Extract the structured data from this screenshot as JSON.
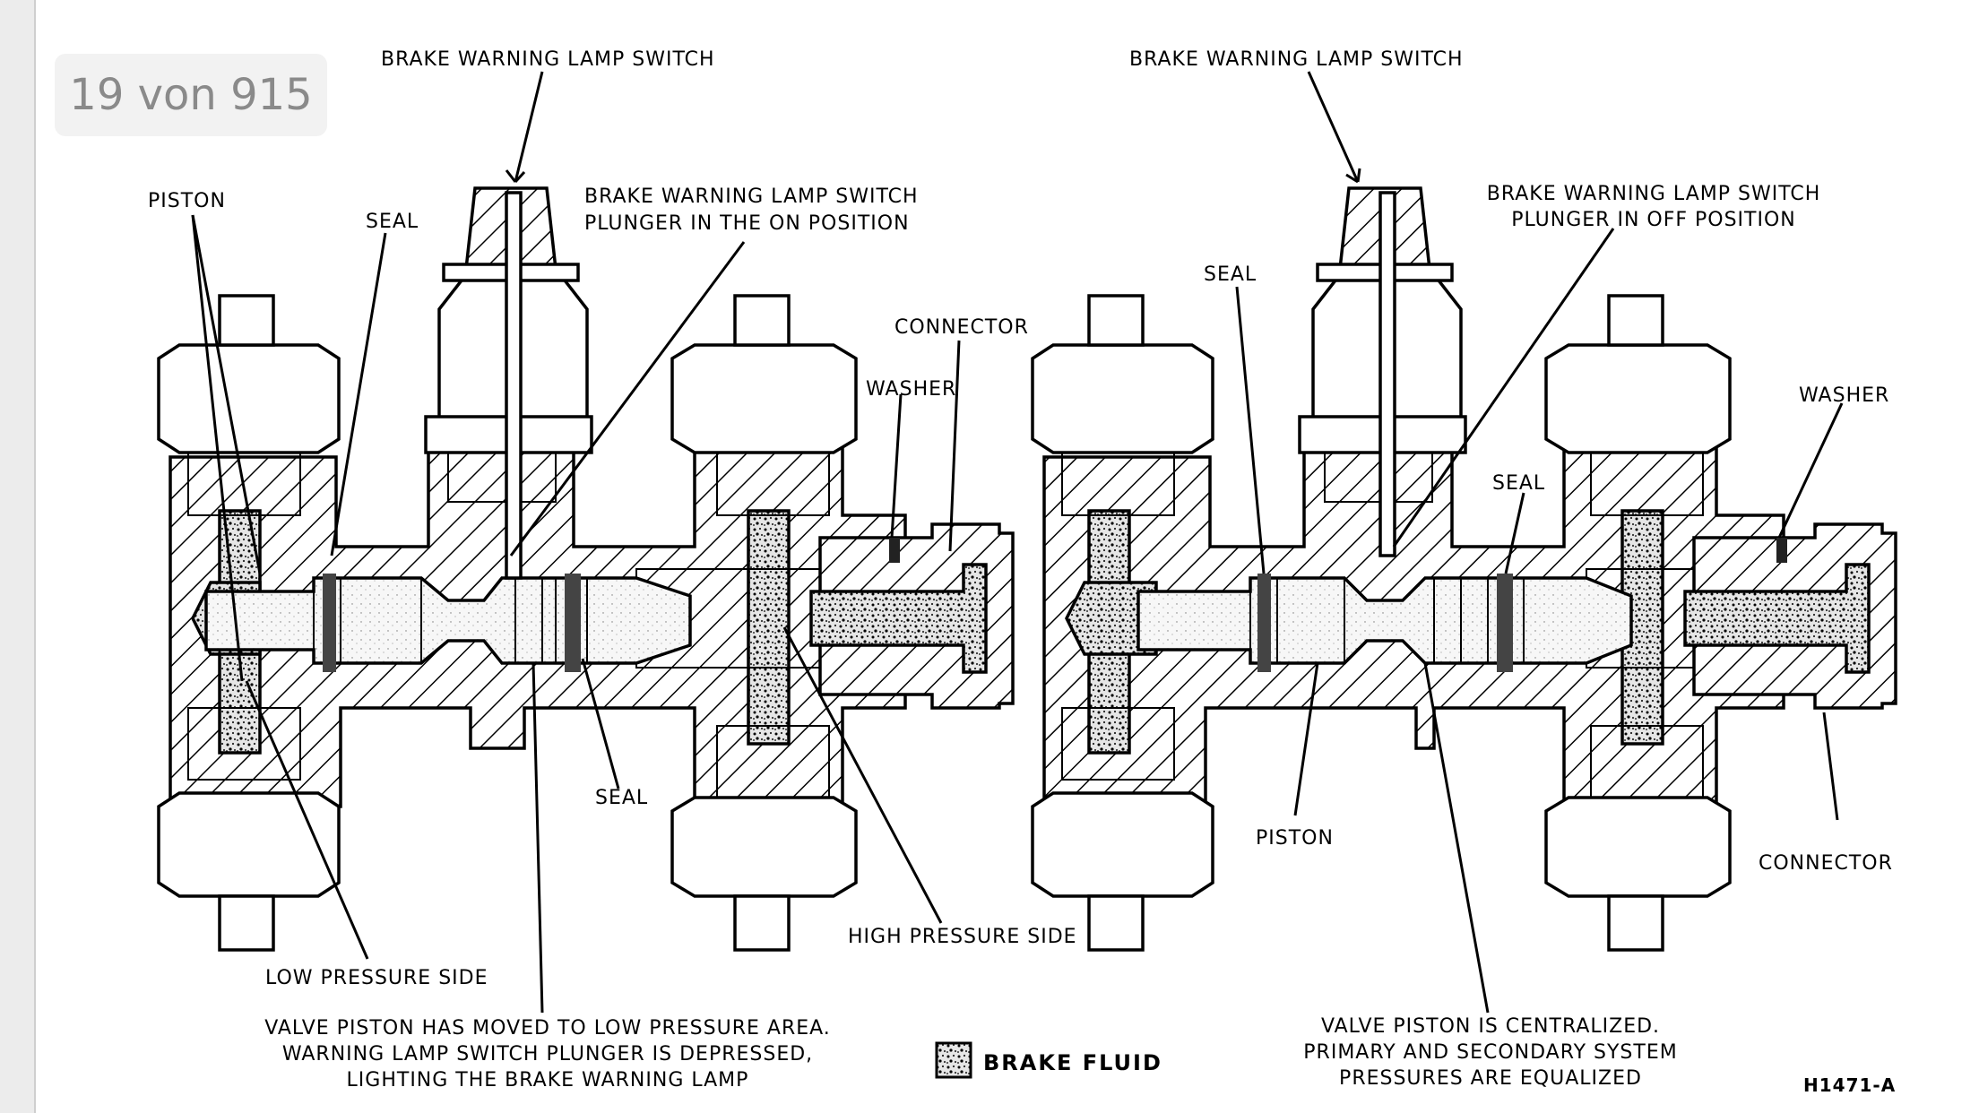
{
  "page_indicator": "19 von 915",
  "top_cut_text": "",
  "left_assembly": {
    "switch_label": "BRAKE WARNING LAMP SWITCH",
    "piston_label": "PISTON",
    "seal_label_top": "SEAL",
    "plunger_label_line1": "BRAKE WARNING LAMP SWITCH",
    "plunger_label_line2": "PLUNGER IN THE ON POSITION",
    "connector_label": "CONNECTOR",
    "washer_label": "WASHER",
    "seal_label_bottom": "SEAL",
    "high_pressure_label": "HIGH PRESSURE SIDE",
    "low_pressure_label": "LOW PRESSURE SIDE",
    "caption_line1": "VALVE PISTON HAS MOVED TO LOW PRESSURE AREA.",
    "caption_line2": "WARNING LAMP SWITCH PLUNGER IS DEPRESSED,",
    "caption_line3": "LIGHTING THE BRAKE WARNING LAMP"
  },
  "right_assembly": {
    "switch_label": "BRAKE WARNING LAMP SWITCH",
    "plunger_label_line1": "BRAKE WARNING LAMP SWITCH",
    "plunger_label_line2": "PLUNGER IN OFF POSITION",
    "seal_label_left": "SEAL",
    "seal_label_right": "SEAL",
    "washer_label": "WASHER",
    "piston_label": "PISTON",
    "connector_label": "CONNECTOR",
    "caption_line1": "VALVE PISTON IS CENTRALIZED.",
    "caption_line2": "PRIMARY AND SECONDARY SYSTEM",
    "caption_line3": "PRESSURES ARE EQUALIZED"
  },
  "legend": {
    "label": "BRAKE FLUID",
    "icon": "brake-fluid-swatch-icon"
  },
  "figure_code": "H1471-A"
}
